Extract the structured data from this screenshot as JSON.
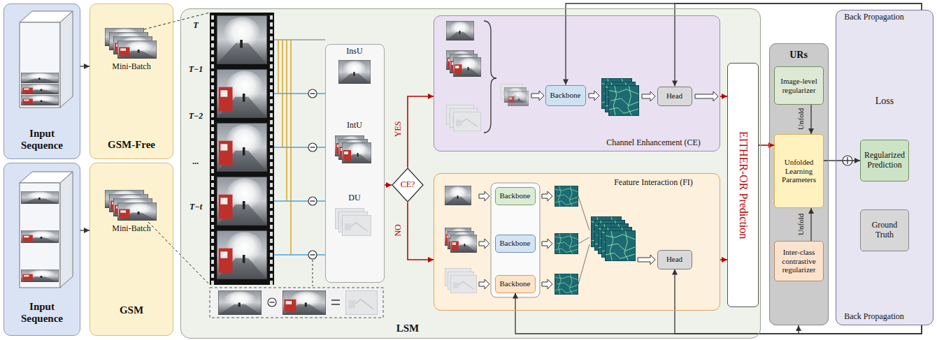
{
  "diagram": {
    "nodes": [
      {
        "text": [
          "Input Sequence"
        ]
      },
      {
        "text": [
          "Mini-Batch",
          "GSM-Free"
        ]
      },
      {
        "text": [
          "Input Sequence"
        ]
      },
      {
        "text": [
          "Mini-Batch",
          "GSM"
        ]
      },
      {
        "text": [
          "LSM"
        ]
      },
      {
        "text": [
          "InsU",
          "IntU",
          "DU"
        ],
        "in": 4
      },
      {
        "text": [
          "CE?"
        ],
        "in": 4
      },
      {
        "text": [
          "Channel Enhancement (CE)"
        ],
        "in": 4
      },
      {
        "text": [
          "Backbone"
        ],
        "in": 7
      },
      {
        "text": [
          "Head"
        ],
        "in": 7
      },
      {
        "text": [
          "Feature Interaction (FI)"
        ],
        "in": 4
      },
      {
        "text": [
          "Backbone"
        ],
        "in": 10
      },
      {
        "text": [
          "Backbone"
        ],
        "in": 10
      },
      {
        "text": [
          "Backbone"
        ],
        "in": 10
      },
      {
        "text": [
          "Head"
        ],
        "in": 10
      },
      {
        "text": [
          "EITHER-OR Prediction"
        ],
        "in": 4
      },
      {
        "text": [
          "URs"
        ]
      },
      {
        "text": [
          "Image-level regularizer"
        ],
        "in": 16
      },
      {
        "text": [
          "Unfolded Learning Parameters"
        ],
        "in": 16
      },
      {
        "text": [
          "Inter-class contrastive regularizer"
        ],
        "in": 16
      },
      {
        "text": [
          "Loss"
        ]
      },
      {
        "text": [
          "Regularized Prediction"
        ],
        "in": 20
      },
      {
        "text": [
          "Ground Truth"
        ],
        "in": 20
      }
    ],
    "edges": [
      {
        "from": 0,
        "to": 1,
        "arrow": "to"
      },
      {
        "from": 2,
        "to": 3,
        "arrow": "to"
      },
      {
        "from": 5,
        "to": 6,
        "arrow": "to"
      },
      {
        "from": 6,
        "to": 7,
        "arrow": "to",
        "label": "YES"
      },
      {
        "from": 6,
        "to": 10,
        "arrow": "to",
        "label": "NO"
      },
      {
        "from": 7,
        "to": 15,
        "arrow": "to"
      },
      {
        "from": 10,
        "to": 15,
        "arrow": "to"
      },
      {
        "from": 15,
        "to": 18,
        "arrow": "to"
      },
      {
        "from": 17,
        "to": 18,
        "arrow": "to",
        "label": "Unfold"
      },
      {
        "from": 19,
        "to": 18,
        "arrow": "to",
        "label": "Unfold"
      },
      {
        "from": 18,
        "to": 21,
        "arrow": "to"
      },
      {
        "from": 20,
        "to": 8,
        "arrow": "to",
        "label": "Back Propagation"
      },
      {
        "from": 20,
        "to": 9,
        "arrow": "to"
      },
      {
        "from": 20,
        "to": 16,
        "arrow": "to",
        "label": "Back Propagation"
      },
      {
        "from": 20,
        "to": 14,
        "arrow": "to"
      },
      {
        "from": 20,
        "to": 13,
        "arrow": "to"
      }
    ],
    "labels": [
      "T",
      "T−1",
      "T−2",
      "...",
      "T−t"
    ]
  }
}
